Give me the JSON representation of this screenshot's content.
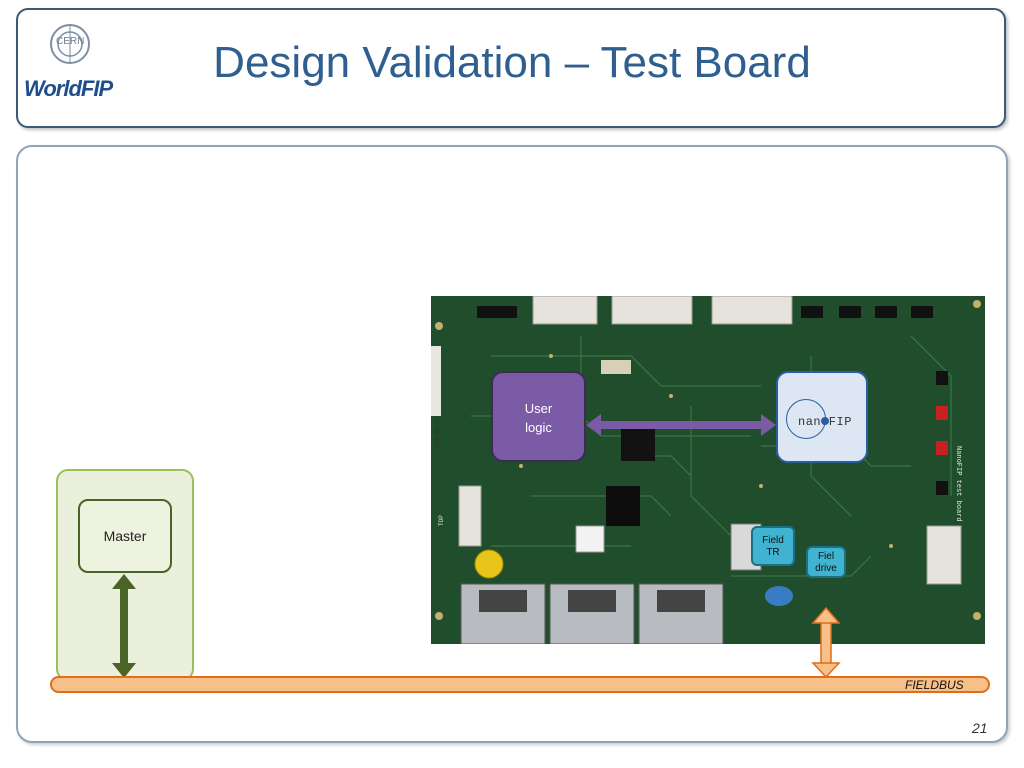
{
  "slide": {
    "title": "Design Validation – Test Board",
    "page_number": "21"
  },
  "logo": {
    "cern": "CERN",
    "brand": "WorldFIP"
  },
  "diagram": {
    "master_label": "Master",
    "fieldbus_label": "FIELDBUS",
    "user_logic": [
      "User",
      "logic"
    ],
    "nanofip_label": "nanoFIP",
    "field_tr": [
      "Field",
      "TR"
    ],
    "field_drive": [
      "Fiel",
      "drive"
    ]
  },
  "board_silkscreen": {
    "title": "NanoFIP test board",
    "top_label": "TOP",
    "date_code": "10-06-001"
  },
  "colors": {
    "title_blue": "#2f5f8f",
    "panel_border": "#3b5a78",
    "master_green": "#4a6428",
    "fieldbus_orange": "#e06d1a",
    "user_logic_purple": "#7b5aa6",
    "nanofip_blue": "#2a5ea3",
    "field_cyan": "#3fb3cf",
    "pcb_green": "#1f4b2a"
  }
}
